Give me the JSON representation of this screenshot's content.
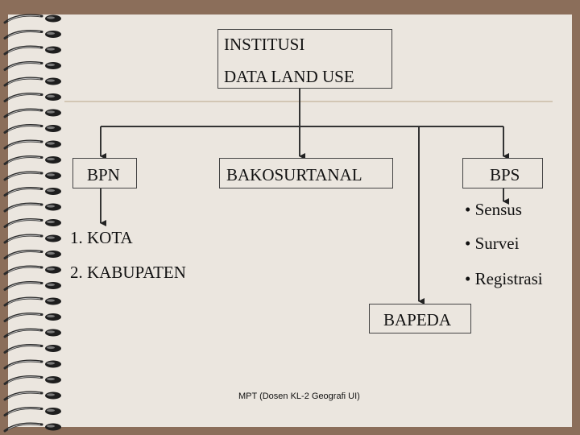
{
  "title_box": {
    "line1": "INSTITUSI",
    "line2": "DATA LAND USE"
  },
  "nodes": {
    "bpn": "BPN",
    "bakosurtanal": "BAKOSURTANAL",
    "bps": "BPS",
    "bapeda": "BAPEDA"
  },
  "bpn_list": {
    "item1": "1. KOTA",
    "item2": "2. KABUPATEN"
  },
  "bps_list": {
    "item1": "• Sensus",
    "item2": "• Survei",
    "item3": "• Registrasi"
  },
  "footer": "MPT (Dosen KL-2 Geografi UI)",
  "colors": {
    "frame": "#8b6e5a",
    "slide": "#ebe6df",
    "line": "#333333",
    "rule": "#c9bba6"
  }
}
